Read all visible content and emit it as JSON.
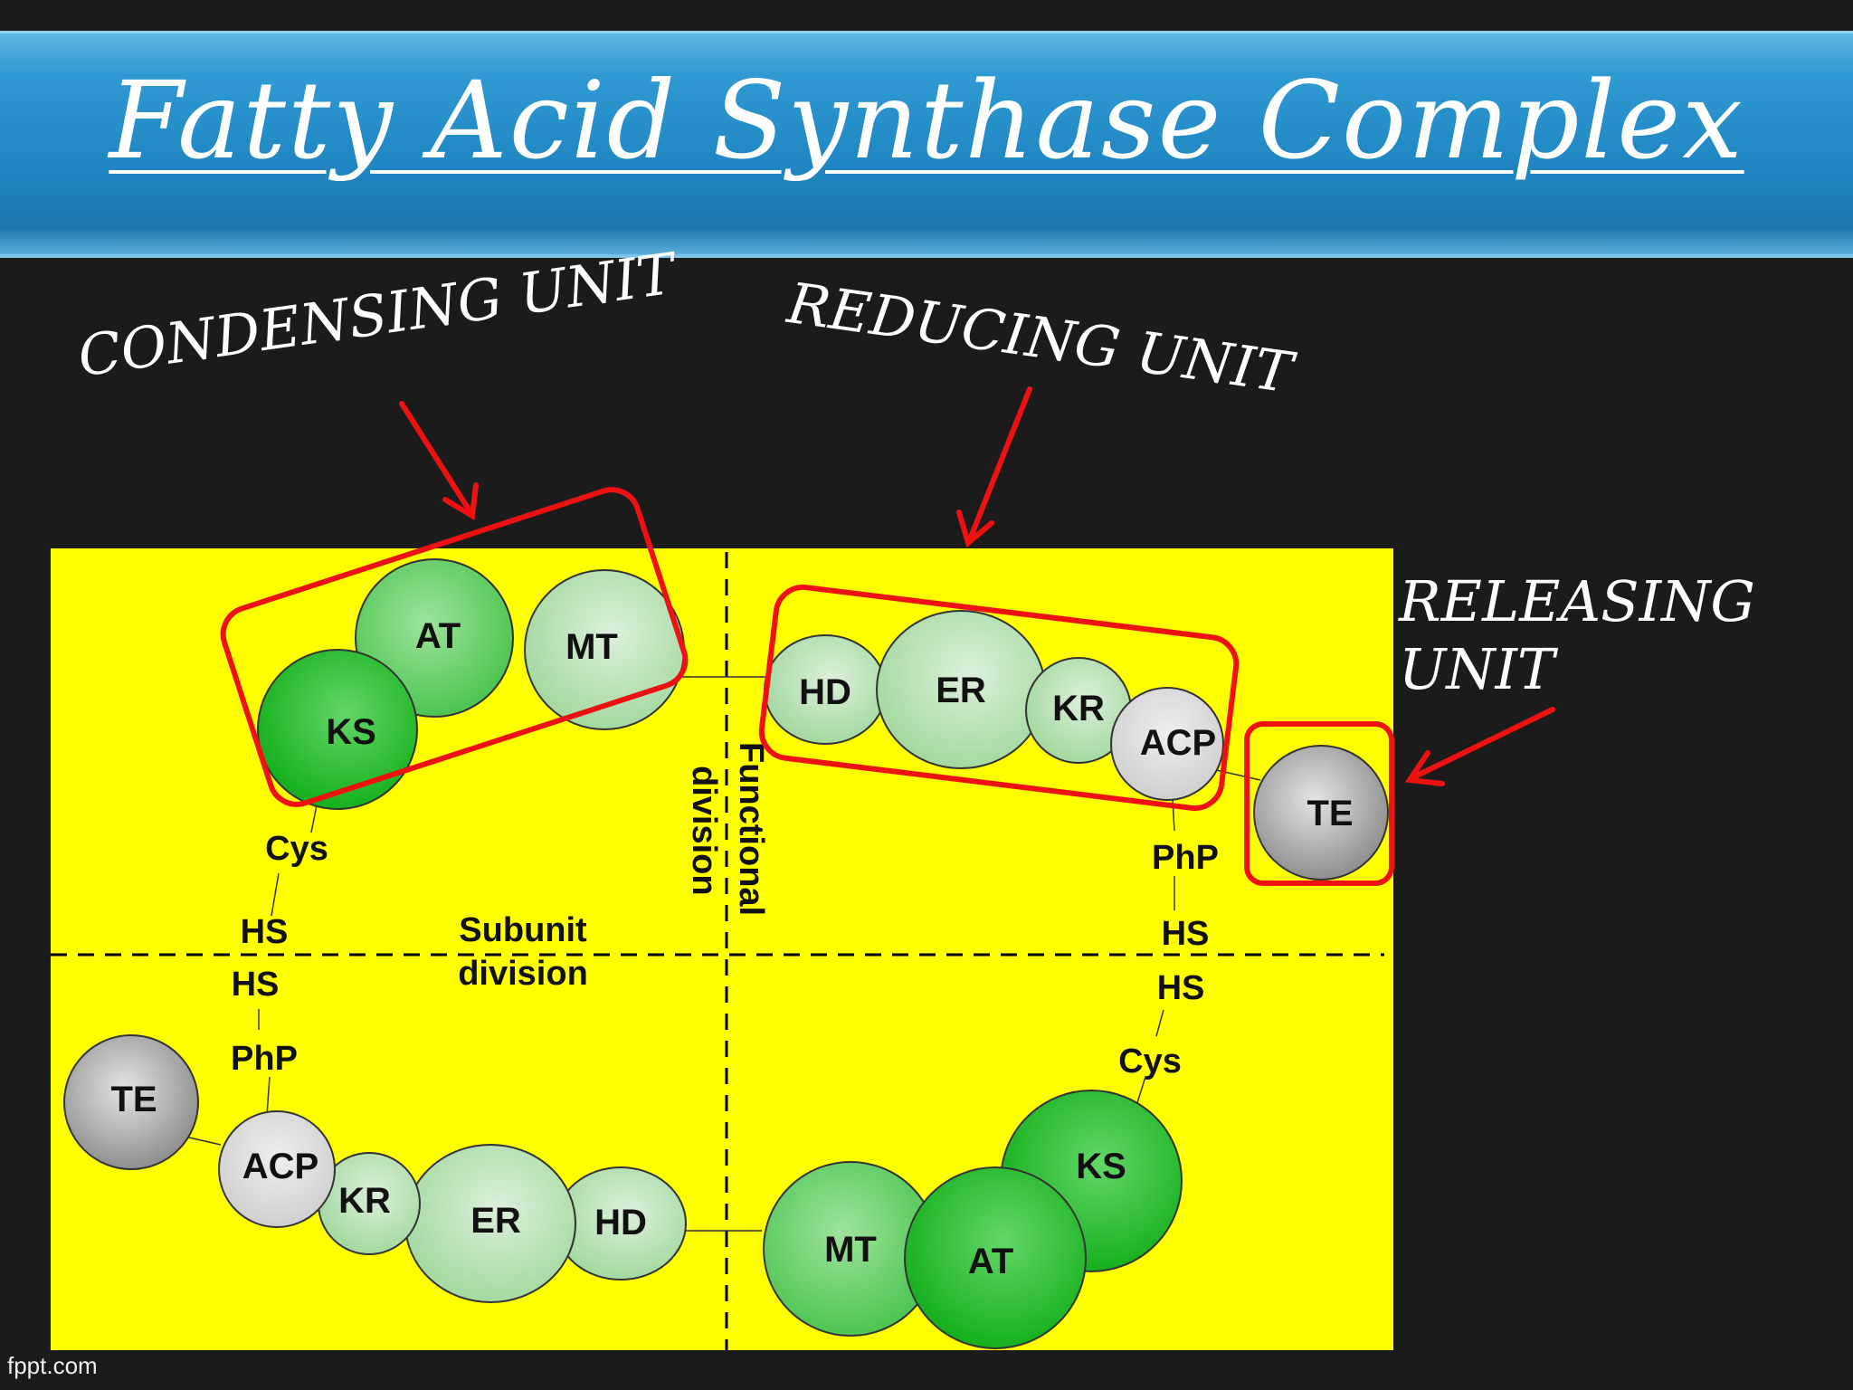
{
  "title": "Fatty Acid Synthase Complex",
  "unit_labels": {
    "condensing": "CONDENSING UNIT",
    "reducing": "REDUCING UNIT",
    "releasing_line1": "RELEASING",
    "releasing_line2": "UNIT"
  },
  "domains": {
    "ks": "KS",
    "at": "AT",
    "mt": "MT",
    "hd": "HD",
    "er": "ER",
    "kr": "KR",
    "acp": "ACP",
    "te": "TE"
  },
  "linkers": {
    "cys": "Cys",
    "hs": "HS",
    "php": "PhP"
  },
  "division_labels": {
    "subunit_line1": "Subunit",
    "subunit_line2": "division",
    "functional_line1": "Functional",
    "functional_line2": "division"
  },
  "footer": "fppt.com",
  "colors": {
    "background": "#1b1b1b",
    "title_bar": "#2a93cf",
    "panel": "#ffff00",
    "highlight": "#ee1111",
    "domain_dark_green": "#22c22a",
    "domain_pale_green": "#c6e6c4",
    "te_gray": "#9a9a9a"
  }
}
